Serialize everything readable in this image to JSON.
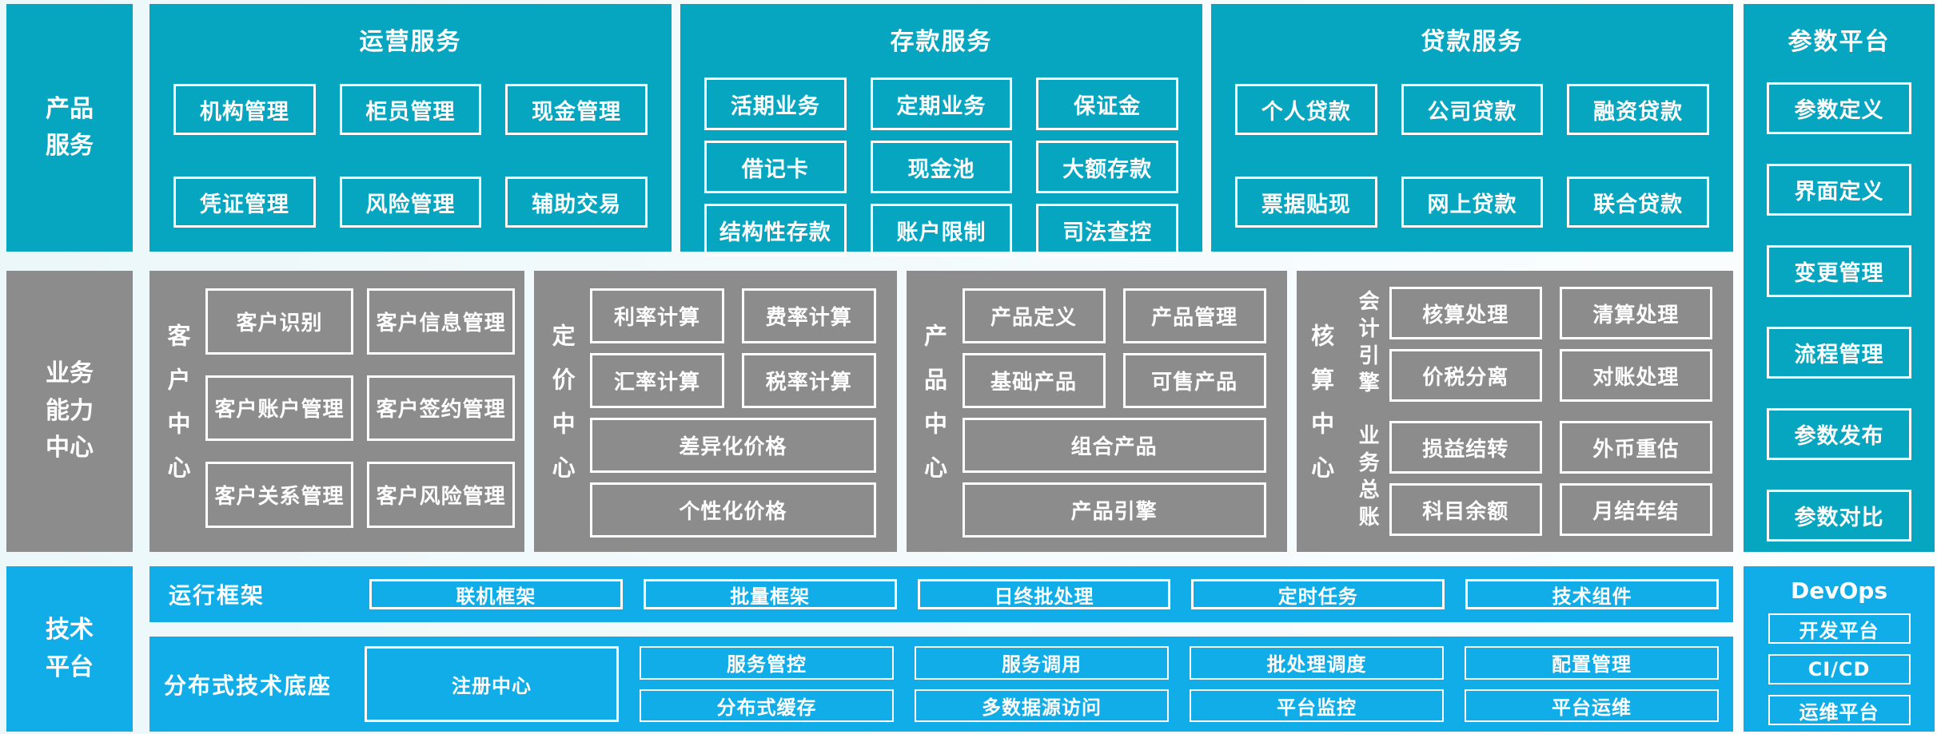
{
  "palette": {
    "teal": "#07a6c0",
    "blue": "#10ade8",
    "gray": "#8c8c8c",
    "text": "#ffffff",
    "page_bg": "#f3fafc"
  },
  "product_services": {
    "sidebar_label": "产品\n服务",
    "operation": {
      "title": "运营服务",
      "items": [
        "机构管理",
        "柜员管理",
        "现金管理",
        "凭证管理",
        "风险管理",
        "辅助交易"
      ]
    },
    "deposit": {
      "title": "存款服务",
      "items": [
        "活期业务",
        "定期业务",
        "保证金",
        "借记卡",
        "现金池",
        "大额存款",
        "结构性存款",
        "账户限制",
        "司法查控"
      ]
    },
    "loan": {
      "title": "贷款服务",
      "items": [
        "个人贷款",
        "公司贷款",
        "融资贷款",
        "票据贴现",
        "网上贷款",
        "联合贷款"
      ]
    }
  },
  "param_platform": {
    "title": "参数平台",
    "items": [
      "参数定义",
      "界面定义",
      "变更管理",
      "流程管理",
      "参数发布",
      "参数对比"
    ]
  },
  "business_centers": {
    "sidebar_label": "业务\n能力\n中心",
    "customer": {
      "title": "客户中心",
      "items": [
        "客户识别",
        "客户信息管理",
        "客户账户管理",
        "客户签约管理",
        "客户关系管理",
        "客户风险管理"
      ]
    },
    "pricing": {
      "title": "定价中心",
      "grid_items": [
        "利率计算",
        "费率计算",
        "汇率计算",
        "税率计算"
      ],
      "wide_items": [
        "差异化价格",
        "个性化价格"
      ]
    },
    "product": {
      "title": "产品中心",
      "grid_items": [
        "产品定义",
        "产品管理",
        "基础产品",
        "可售产品"
      ],
      "wide_items": [
        "组合产品",
        "产品引擎"
      ]
    },
    "accounting": {
      "title": "核算中心",
      "groups": [
        {
          "label": "会计引擎",
          "items": [
            "核算处理",
            "清算处理",
            "价税分离",
            "对账处理"
          ]
        },
        {
          "label": "业务总账",
          "items": [
            "损益结转",
            "外币重估",
            "科目余额",
            "月结年结"
          ]
        }
      ]
    }
  },
  "tech_platform": {
    "sidebar_label": "技术\n平台",
    "runtime": {
      "label": "运行框架",
      "items": [
        "联机框架",
        "批量框架",
        "日终批处理",
        "定时任务",
        "技术组件"
      ]
    },
    "distributed": {
      "label": "分布式技术底座",
      "registry": "注册中心",
      "grid": [
        "服务管控",
        "服务调用",
        "批处理调度",
        "配置管理",
        "分布式缓存",
        "多数据源访问",
        "平台监控",
        "平台运维"
      ]
    },
    "devops": {
      "title": "DevOps",
      "items": [
        "开发平台",
        "CI/CD",
        "运维平台"
      ]
    }
  }
}
